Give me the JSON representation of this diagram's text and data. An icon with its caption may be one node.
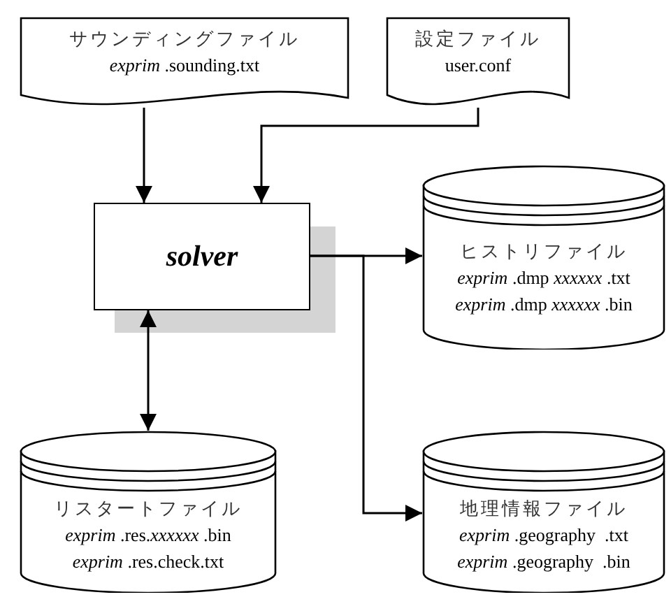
{
  "diagram": {
    "nodes": [
      {
        "text": [
          "サウンディングファイル",
          "*exprim* .sounding.txt"
        ]
      },
      {
        "text": [
          "設定ファイル",
          "user.conf"
        ]
      },
      {
        "text": [
          "solver"
        ]
      },
      {
        "text": [
          "ヒストリファイル",
          "*exprim* .dmp *xxxxxx* .txt",
          "*exprim* .dmp *xxxxxx* .bin"
        ]
      },
      {
        "text": [
          "リスタートファイル",
          "*exprim* .res.*xxxxxx* .bin",
          "*exprim* .res.check.txt"
        ]
      },
      {
        "text": [
          "地理情報ファイル",
          "*exprim* .geography  .txt",
          "*exprim* .geography  .bin"
        ]
      }
    ],
    "edges": [
      {
        "from": 0,
        "to": 2,
        "arrow": "to"
      },
      {
        "from": 1,
        "to": 2,
        "arrow": "to"
      },
      {
        "from": 2,
        "to": 3,
        "arrow": "to"
      },
      {
        "from": 2,
        "to": 5,
        "arrow": "to"
      },
      {
        "from": 2,
        "to": 4,
        "arrow": "both"
      }
    ]
  }
}
